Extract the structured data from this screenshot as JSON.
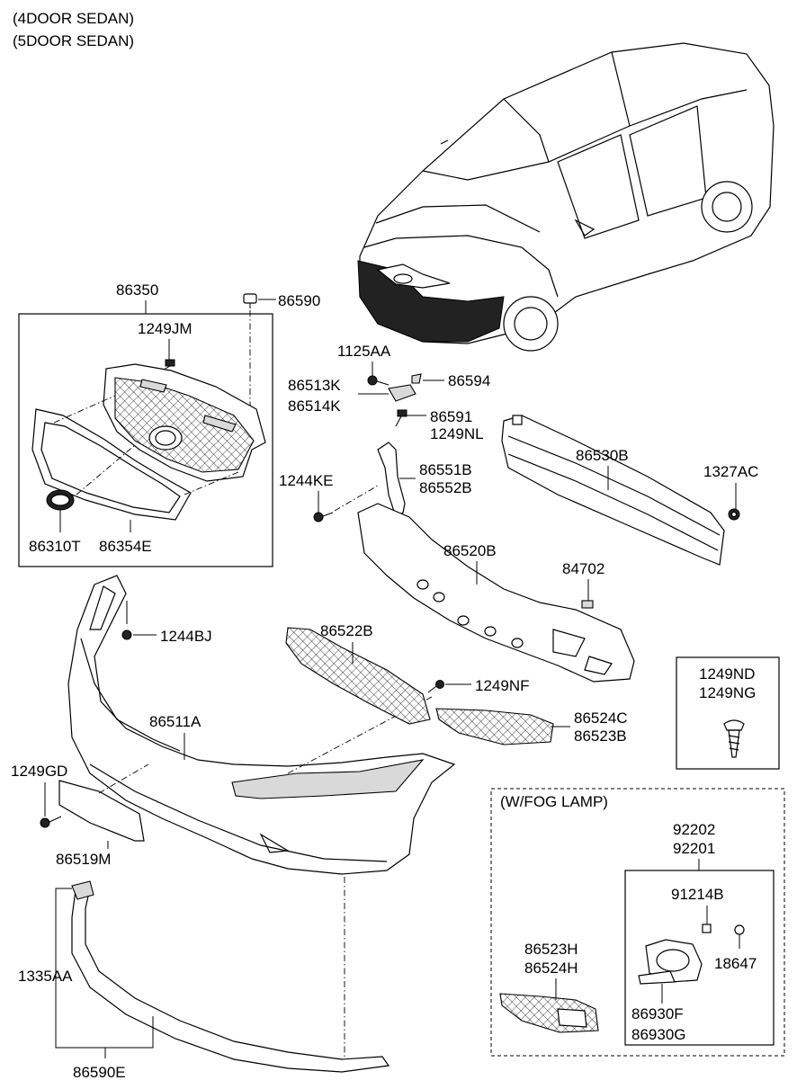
{
  "header": {
    "line1": "(4DOOR SEDAN)",
    "line2": "(5DOOR SEDAN)"
  },
  "labels": {
    "p86350": "86350",
    "p86590": "86590",
    "p1249JM": "1249JM",
    "p86310T": "86310T",
    "p86354E": "86354E",
    "p1125AA": "1125AA",
    "p86513K": "86513K",
    "p86514K": "86514K",
    "p86594": "86594",
    "p86591": "86591",
    "p1249NL": "1249NL",
    "p86530B": "86530B",
    "p1327AC": "1327AC",
    "p1244KE": "1244KE",
    "p86551B": "86551B",
    "p86552B": "86552B",
    "p86520B": "86520B",
    "p84702": "84702",
    "p1244BJ": "1244BJ",
    "p86522B": "86522B",
    "p1249NF": "1249NF",
    "p86524C": "86524C",
    "p86523B": "86523B",
    "p86511A": "86511A",
    "p1249GD": "1249GD",
    "p86519M": "86519M",
    "p1249ND": "1249ND",
    "p1249NG": "1249NG",
    "p1335AA": "1335AA",
    "p86590E": "86590E",
    "p92202": "92202",
    "p92201": "92201",
    "p91214B": "91214B",
    "p18647": "18647",
    "p86523H": "86523H",
    "p86524H": "86524H",
    "p86930F": "86930F",
    "p86930G": "86930G"
  },
  "fog_section": {
    "title": "(W/FOG LAMP)"
  }
}
